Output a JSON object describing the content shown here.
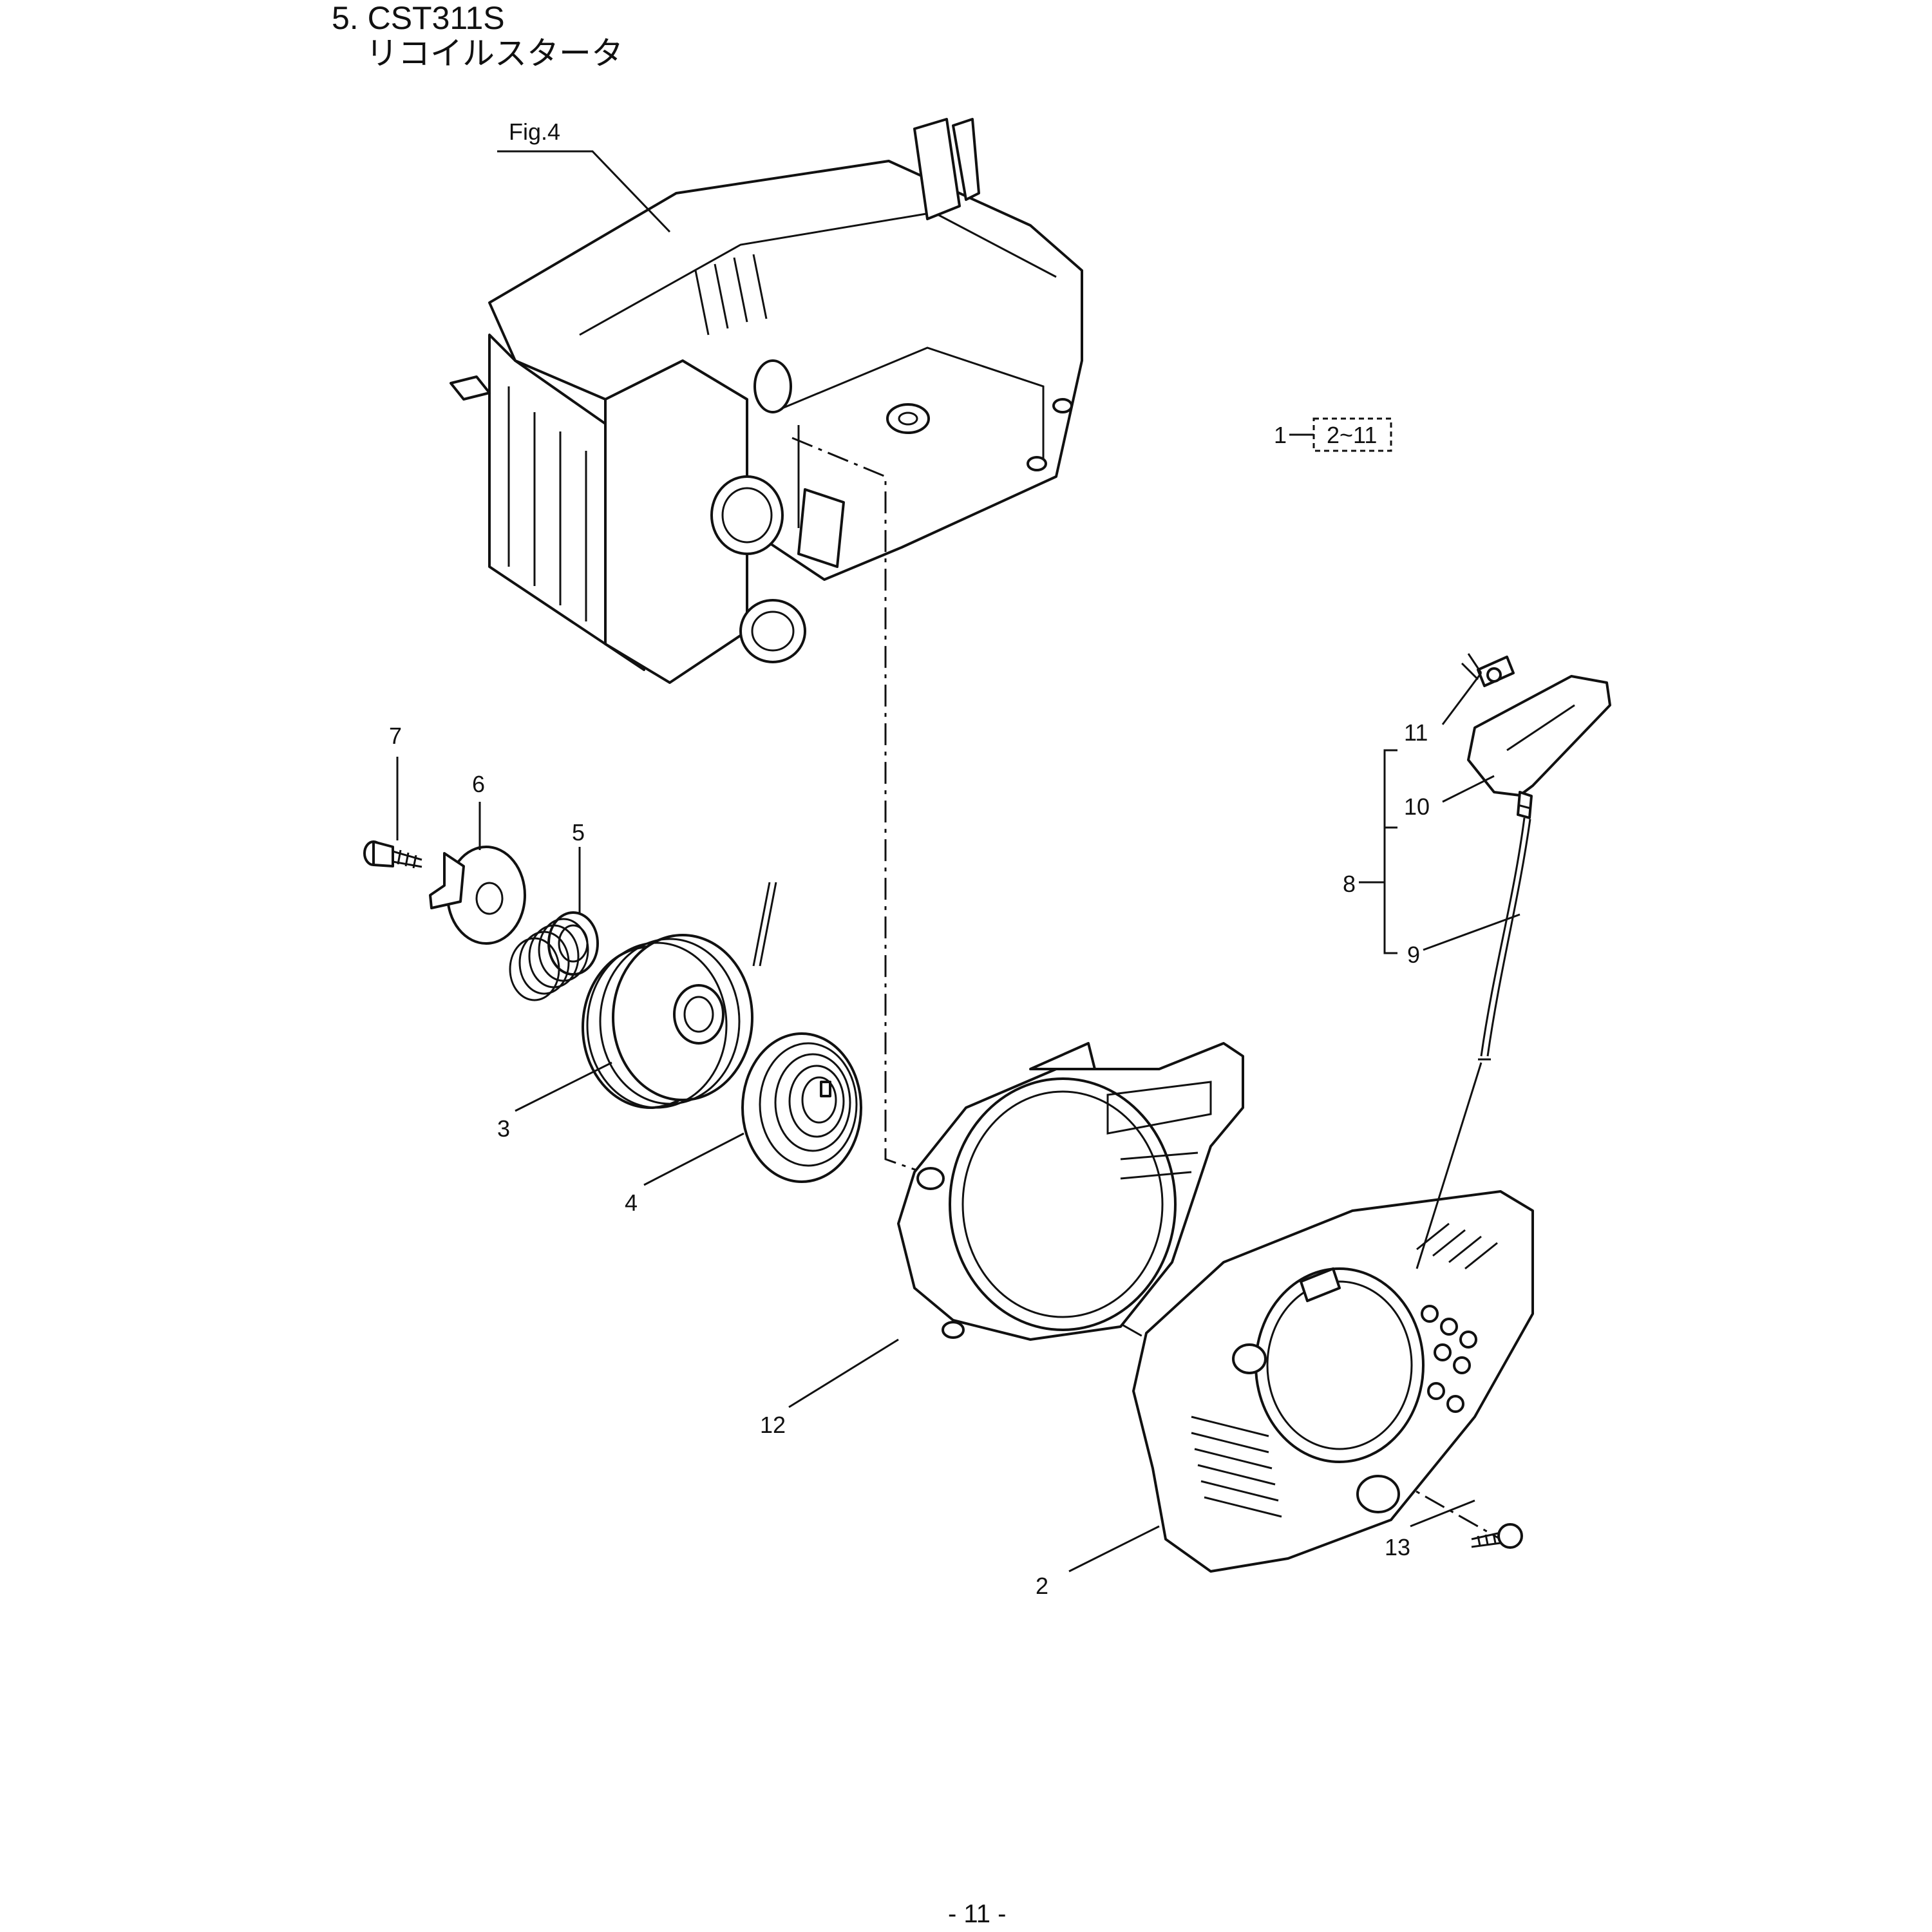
{
  "header": {
    "title": "5. CST311S",
    "subtitle": "リコイルスタータ"
  },
  "reference": {
    "label": "Fig.4"
  },
  "assembly": {
    "number": "1",
    "includes": "2~11"
  },
  "callouts": [
    {
      "id": "c2",
      "label": "2",
      "part": "starter-cover"
    },
    {
      "id": "c3",
      "label": "3",
      "part": "rope-reel"
    },
    {
      "id": "c4",
      "label": "4",
      "part": "recoil-spring"
    },
    {
      "id": "c5",
      "label": "5",
      "part": "coil-spring"
    },
    {
      "id": "c6",
      "label": "6",
      "part": "ratchet-plate"
    },
    {
      "id": "c7",
      "label": "7",
      "part": "screw"
    },
    {
      "id": "c8",
      "label": "8",
      "part": "starter-grip-assembly"
    },
    {
      "id": "c9",
      "label": "9",
      "part": "starter-rope"
    },
    {
      "id": "c10",
      "label": "10",
      "part": "starter-grip"
    },
    {
      "id": "c11",
      "label": "11",
      "part": "rope-clip"
    },
    {
      "id": "c12",
      "label": "12",
      "part": "fan-guide"
    },
    {
      "id": "c13",
      "label": "13",
      "part": "tapping-screw"
    }
  ],
  "footer": {
    "page_number": "- 11 -"
  }
}
